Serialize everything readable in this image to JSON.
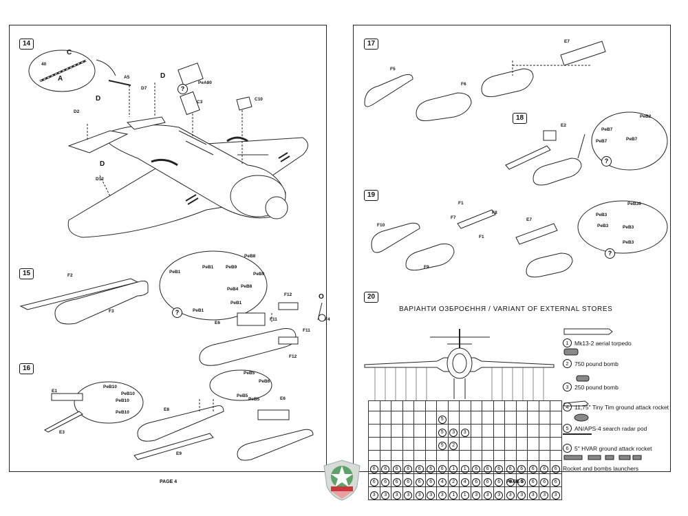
{
  "pages": [
    {
      "number_label": "PAGE 4"
    },
    {
      "number_label": "PAGE 5"
    }
  ],
  "steps": {
    "s14": "14",
    "s15": "15",
    "s16": "16",
    "s17": "17",
    "s18": "18",
    "s19": "19",
    "s20": "20"
  },
  "labels": {
    "c": "C",
    "a": "A",
    "forty": "40",
    "a5": "A5",
    "d7": "D7",
    "d_top": "D",
    "pea80": "PeA80",
    "c3": "C3",
    "c10": "C10",
    "d2": "D2",
    "d_left": "D",
    "d12": "D12",
    "d_low": "D",
    "f2": "F2",
    "f3": "F3",
    "peb1a": "PeB1",
    "peb1b": "PeB1",
    "peb1c": "PeB1",
    "peb1d": "PeB1",
    "peb8": "PeB8",
    "peb9a": "PeB9",
    "peb9b": "PeB9",
    "peb4": "PeB4",
    "peb8b": "PeB8",
    "e6a": "E6",
    "f12a": "F12",
    "f11a": "F11",
    "f11b": "F11",
    "f12b": "F12",
    "f4": "F4",
    "o": "O",
    "e1": "E1",
    "e3": "E3",
    "peb10a": "PeB10",
    "peb10b": "PeB10",
    "peb10c": "PeB10",
    "peb10d": "PeB10",
    "e8": "E8",
    "e9": "E9",
    "peb5a": "PeB5",
    "peb5b": "PeB5",
    "peb5c": "PeB5",
    "peb6": "PeB6",
    "e6b": "E6",
    "e7a": "E7",
    "f5": "F5",
    "f6": "F6",
    "e2": "E2",
    "peb2": "PeB2",
    "peb7a": "PeB7",
    "peb7b": "PeB7",
    "peb7c": "PeB7",
    "f1a": "F1",
    "f7": "F7",
    "f8": "F8",
    "f1b": "F1",
    "f10": "F10",
    "f9": "F9",
    "e7b": "E7",
    "peb36": "PeB36",
    "peb3a": "PeB3",
    "peb3b": "PeB3",
    "peb3c": "PeB3",
    "peb3d": "PeB3"
  },
  "qmark": "?",
  "external_stores": {
    "title": "ВАРІАНТИ ОЗБРОЄННЯ / VARIANT OF EXTERNAL STORES",
    "items": [
      {
        "num": "1",
        "label": "Mk13-2 aerial torpedo"
      },
      {
        "num": "2",
        "label": "750 pound bomb"
      },
      {
        "num": "3",
        "label": "250 pound bomb"
      },
      {
        "num": "4",
        "label": "11,75\" Tiny Tim ground attack rocket"
      },
      {
        "num": "5",
        "label": "AN/APS-4 search radar pod"
      },
      {
        "num": "6",
        "label": "5\" HVAR ground attack rocket"
      },
      {
        "num": "",
        "label": "Rocket and bombs launchers"
      }
    ],
    "grid": [
      [
        "",
        "",
        "",
        "",
        "",
        "",
        "",
        "",
        "",
        "",
        "",
        "",
        "",
        "",
        "",
        "",
        ""
      ],
      [
        "",
        "",
        "",
        "",
        "",
        "",
        "5",
        "",
        "",
        "",
        "",
        "",
        "",
        "",
        "",
        "",
        ""
      ],
      [
        "",
        "",
        "",
        "",
        "",
        "",
        "5",
        "3",
        "3",
        "",
        "",
        "",
        "",
        "",
        "",
        "",
        ""
      ],
      [
        "",
        "",
        "",
        "",
        "",
        "",
        "5",
        "2",
        "",
        "",
        "",
        "",
        "",
        "",
        "",
        "",
        ""
      ],
      [
        "",
        "",
        "",
        "",
        "",
        "",
        "",
        "",
        "",
        "",
        "",
        "",
        "",
        "",
        "",
        "",
        ""
      ],
      [
        "6",
        "6",
        "6",
        "6",
        "6",
        "6",
        "6",
        "1",
        "1",
        "6",
        "6",
        "6",
        "6",
        "6",
        "6",
        "6",
        "6"
      ],
      [
        "6",
        "6",
        "6",
        "6",
        "6",
        "6",
        "4",
        "2",
        "4",
        "6",
        "6",
        "6",
        "6",
        "6",
        "6",
        "6",
        "6"
      ],
      [
        "3",
        "3",
        "3",
        "3",
        "3",
        "3",
        "3",
        "1",
        "1",
        "3",
        "3",
        "3",
        "3",
        "3",
        "3",
        "3",
        "3"
      ]
    ]
  }
}
